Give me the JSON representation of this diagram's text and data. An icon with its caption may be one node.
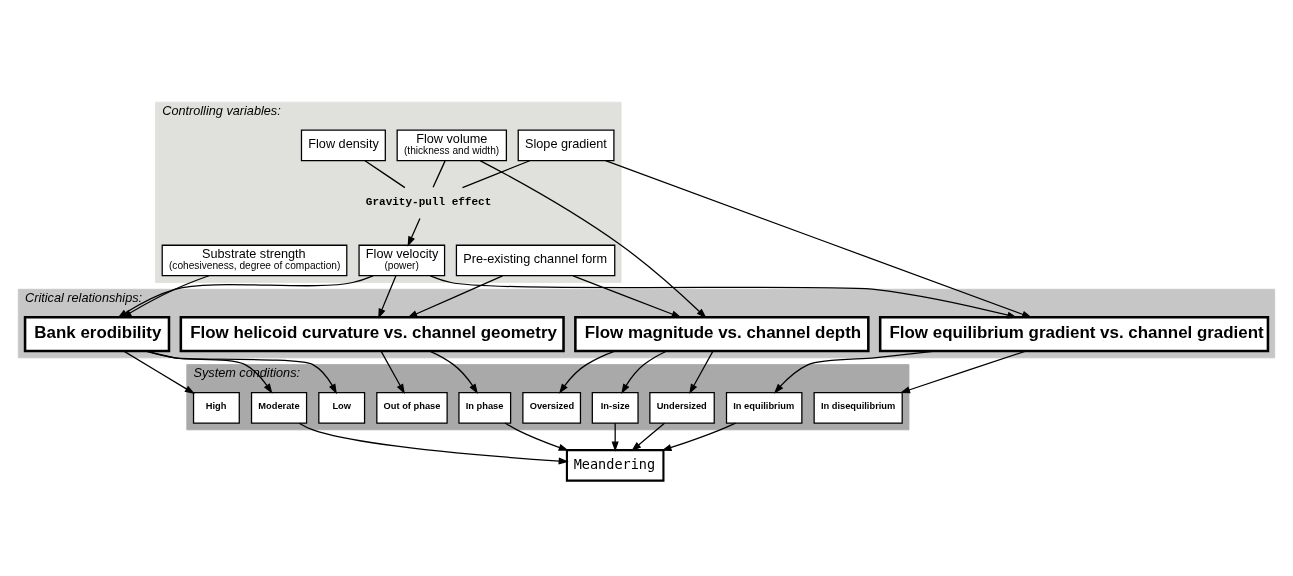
{
  "diagram": {
    "nodes": [
      {
        "text": [
          "Controlling variables:"
        ]
      },
      {
        "text": [
          "Slope gradient"
        ],
        "in": 0
      },
      {
        "text": [
          "Flow density"
        ],
        "in": 0
      },
      {
        "text": [
          "Flow volume",
          "(thickness and width)"
        ],
        "in": 0
      },
      {
        "text": [
          "Pre-existing channel form"
        ],
        "in": 0
      },
      {
        "text": [
          "Substrate strength",
          "(cohesiveness, degree of compaction)"
        ],
        "in": 0
      },
      {
        "text": [
          "Gravity-pull effect"
        ],
        "in": 0
      },
      {
        "text": [
          "Flow velocity",
          "(power)"
        ],
        "in": 0
      },
      {
        "text": [
          "Critical relationships:"
        ]
      },
      {
        "text": [
          "Flow equilibrium gradient vs. channel gradient"
        ],
        "in": 8
      },
      {
        "text": [
          "Flow helicoid curvature vs. channel geometry"
        ],
        "in": 8
      },
      {
        "text": [
          "Flow magnitude vs. channel depth"
        ],
        "in": 8
      },
      {
        "text": [
          "Bank erodibility"
        ],
        "in": 8
      },
      {
        "text": [
          "System conditions:"
        ]
      },
      {
        "text": [
          "In disequilibrium"
        ],
        "in": 13
      },
      {
        "text": [
          "In equilibrium"
        ],
        "in": 13
      },
      {
        "text": [
          "Out of phase"
        ],
        "in": 13
      },
      {
        "text": [
          "In phase"
        ],
        "in": 13
      },
      {
        "text": [
          "Undersized"
        ],
        "in": 13
      },
      {
        "text": [
          "In-size"
        ],
        "in": 13
      },
      {
        "text": [
          "Oversized"
        ],
        "in": 13
      },
      {
        "text": [
          "Low"
        ],
        "in": 13
      },
      {
        "text": [
          "Moderate"
        ],
        "in": 13
      },
      {
        "text": [
          "High"
        ],
        "in": 13
      },
      {
        "text": [
          "Meandering"
        ]
      }
    ],
    "edges": [
      {
        "from": 1,
        "to": 6,
        "arrow": "none"
      },
      {
        "from": 2,
        "to": 6,
        "arrow": "none"
      },
      {
        "from": 3,
        "to": 6,
        "arrow": "none"
      },
      {
        "from": 6,
        "to": 7,
        "arrow": "to"
      },
      {
        "from": 1,
        "to": 9,
        "arrow": "to"
      },
      {
        "from": 7,
        "to": 9,
        "arrow": "to"
      },
      {
        "from": 7,
        "to": 10,
        "arrow": "to"
      },
      {
        "from": 7,
        "to": 12,
        "arrow": "to"
      },
      {
        "from": 3,
        "to": 11,
        "arrow": "to"
      },
      {
        "from": 4,
        "to": 10,
        "arrow": "to"
      },
      {
        "from": 4,
        "to": 11,
        "arrow": "to"
      },
      {
        "from": 5,
        "to": 12,
        "arrow": "to"
      },
      {
        "from": 9,
        "to": 14,
        "arrow": "to"
      },
      {
        "from": 9,
        "to": 15,
        "arrow": "to"
      },
      {
        "from": 10,
        "to": 16,
        "arrow": "to"
      },
      {
        "from": 10,
        "to": 17,
        "arrow": "to"
      },
      {
        "from": 11,
        "to": 18,
        "arrow": "to"
      },
      {
        "from": 11,
        "to": 19,
        "arrow": "to"
      },
      {
        "from": 11,
        "to": 20,
        "arrow": "to"
      },
      {
        "from": 12,
        "to": 21,
        "arrow": "to"
      },
      {
        "from": 12,
        "to": 22,
        "arrow": "to"
      },
      {
        "from": 12,
        "to": 23,
        "arrow": "to"
      },
      {
        "from": 15,
        "to": 24,
        "arrow": "to"
      },
      {
        "from": 17,
        "to": 24,
        "arrow": "to"
      },
      {
        "from": 18,
        "to": 24,
        "arrow": "to"
      },
      {
        "from": 19,
        "to": 24,
        "arrow": "to"
      },
      {
        "from": 22,
        "to": 24,
        "arrow": "to"
      }
    ]
  }
}
